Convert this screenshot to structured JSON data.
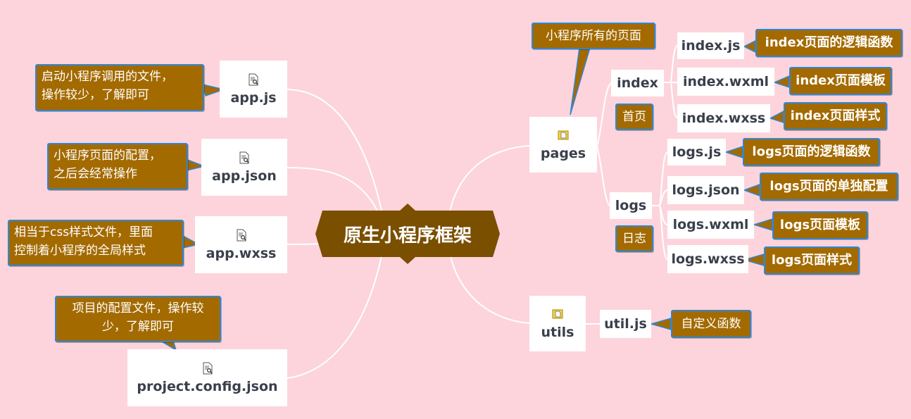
{
  "root": {
    "label": "原生小程序框架"
  },
  "left_files": [
    {
      "label": "app.js",
      "note": "启动小程序调用的文件，\n操作较少，了解即可"
    },
    {
      "label": "app.json",
      "note": "小程序页面的配置，\n之后会经常操作"
    },
    {
      "label": "app.wxss",
      "note": "相当于css样式文件，里面\n控制着小程序的全局样式"
    },
    {
      "label": "project.config.json",
      "note": "项目的配置文件，操作较\n少，了解即可"
    }
  ],
  "pages": {
    "label": "pages",
    "note": "小程序所有的页面",
    "index": {
      "label": "index",
      "tag": "首页",
      "files": [
        {
          "label": "index.js",
          "note": "index页面的逻辑函数"
        },
        {
          "label": "index.wxml",
          "note": "index页面模板"
        },
        {
          "label": "index.wxss",
          "note": "index页面样式"
        }
      ]
    },
    "logs": {
      "label": "logs",
      "tag": "日志",
      "files": [
        {
          "label": "logs.js",
          "note": "logs页面的逻辑函数"
        },
        {
          "label": "logs.json",
          "note": "logs页面的单独配置"
        },
        {
          "label": "logs.wxml",
          "note": "logs页面模板"
        },
        {
          "label": "logs.wxss",
          "note": "logs页面样式"
        }
      ]
    }
  },
  "utils": {
    "label": "utils",
    "file": {
      "label": "util.js",
      "note": "自定义函数"
    }
  },
  "colors": {
    "background": "#fdd4dc",
    "root": "#7a4f00",
    "note": "#a36a00",
    "note_border": "#2f87d6",
    "line": "#ffffff"
  }
}
